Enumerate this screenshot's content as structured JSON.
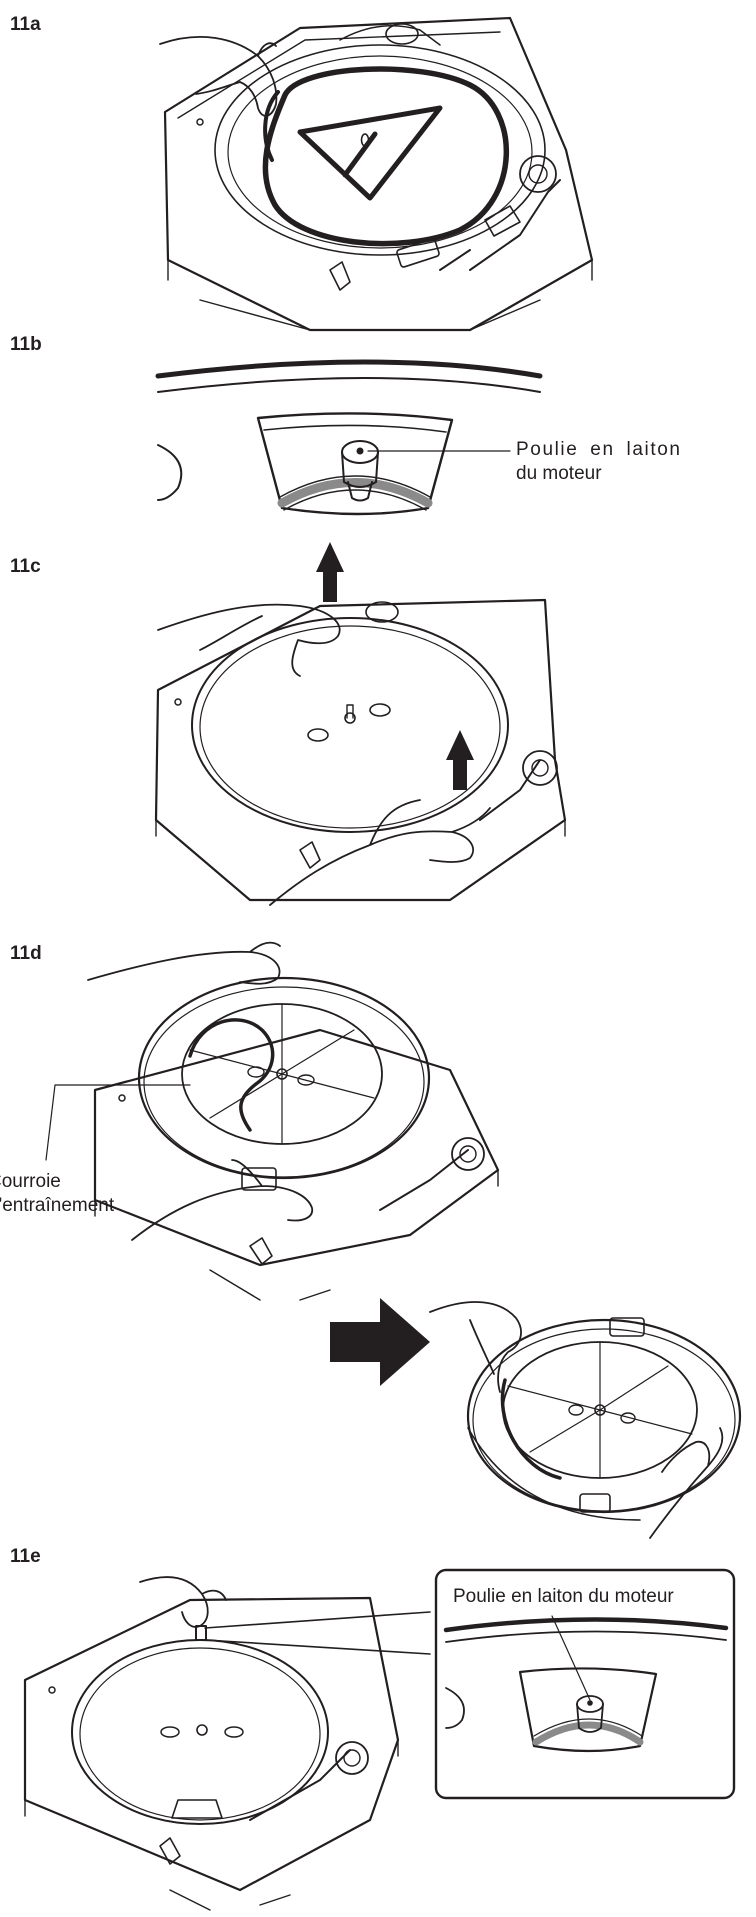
{
  "steps": {
    "s11a": "11a",
    "s11b": "11b",
    "s11c": "11c",
    "s11d": "11d",
    "s11e": "11e"
  },
  "callouts": {
    "pulley_line1": "Poulie en laiton",
    "pulley_line2": "du moteur",
    "belt_line1": "Courroie",
    "belt_line2": "d'entraînement",
    "pulley_inset": "Poulie en laiton du moteur"
  },
  "colors": {
    "ink": "#231f20",
    "belt_gray": "#8a8a8a",
    "paper": "#ffffff"
  }
}
